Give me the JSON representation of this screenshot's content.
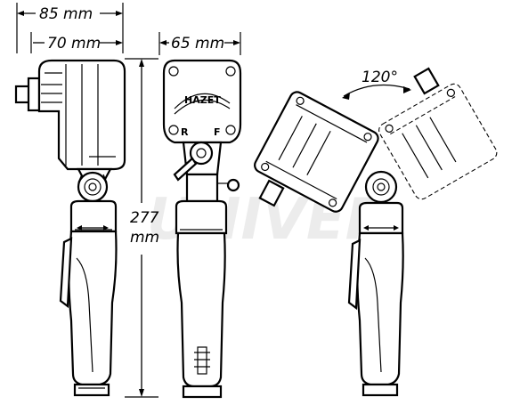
{
  "dimensions": {
    "overall_length": "85 mm",
    "head_length": "70 mm",
    "head_width": "65 mm",
    "height_value": "277",
    "height_unit": "mm"
  },
  "rotation_angle": "120°",
  "brand_label": "HAZET",
  "watermark": "UNIVER"
}
